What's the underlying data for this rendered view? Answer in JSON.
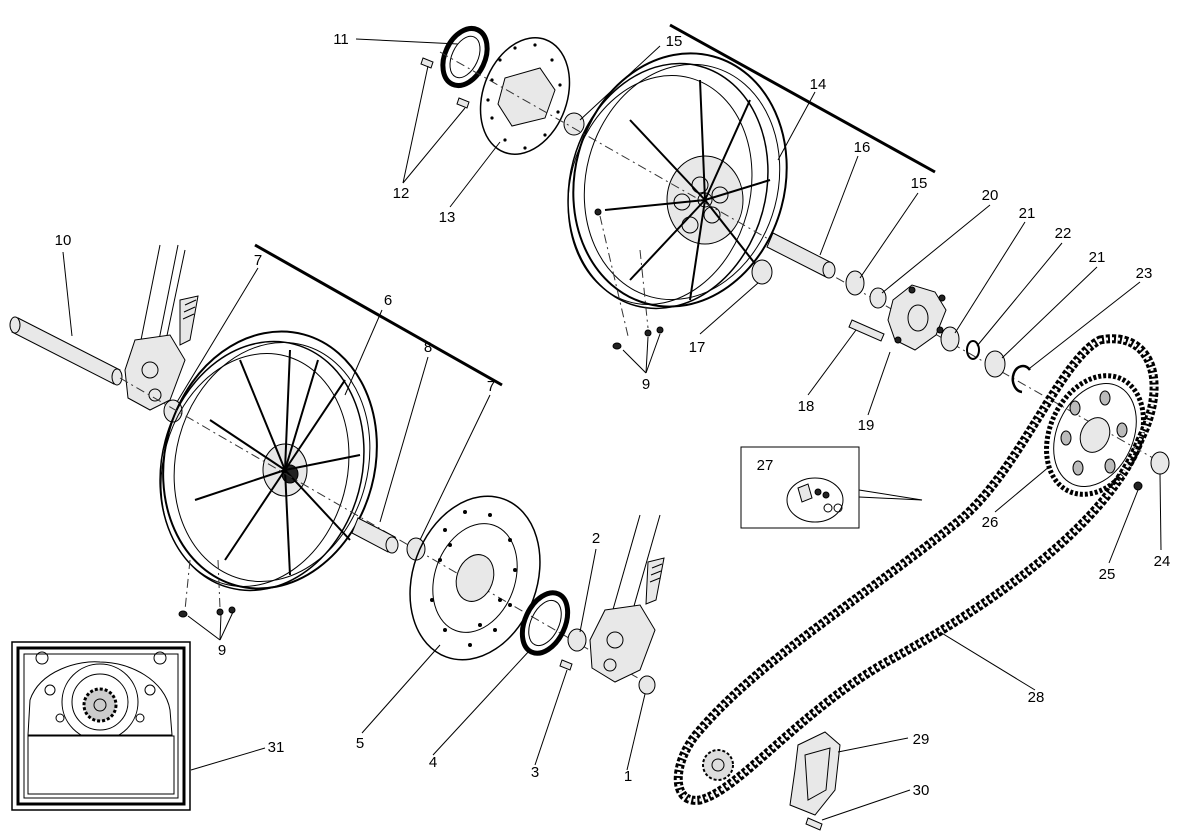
{
  "callouts": [
    {
      "id": "c1",
      "text": "1"
    },
    {
      "id": "c2",
      "text": "2"
    },
    {
      "id": "c3",
      "text": "3"
    },
    {
      "id": "c4",
      "text": "4"
    },
    {
      "id": "c5",
      "text": "5"
    },
    {
      "id": "c6",
      "text": "6"
    },
    {
      "id": "c7a",
      "text": "7"
    },
    {
      "id": "c7b",
      "text": "7"
    },
    {
      "id": "c8",
      "text": "8"
    },
    {
      "id": "c9a",
      "text": "9"
    },
    {
      "id": "c9b",
      "text": "9"
    },
    {
      "id": "c10",
      "text": "10"
    },
    {
      "id": "c11",
      "text": "11"
    },
    {
      "id": "c12",
      "text": "12"
    },
    {
      "id": "c13",
      "text": "13"
    },
    {
      "id": "c14",
      "text": "14"
    },
    {
      "id": "c15a",
      "text": "15"
    },
    {
      "id": "c15b",
      "text": "15"
    },
    {
      "id": "c16",
      "text": "16"
    },
    {
      "id": "c17",
      "text": "17"
    },
    {
      "id": "c18",
      "text": "18"
    },
    {
      "id": "c19",
      "text": "19"
    },
    {
      "id": "c20",
      "text": "20"
    },
    {
      "id": "c21a",
      "text": "21"
    },
    {
      "id": "c21b",
      "text": "21"
    },
    {
      "id": "c22",
      "text": "22"
    },
    {
      "id": "c23",
      "text": "23"
    },
    {
      "id": "c24",
      "text": "24"
    },
    {
      "id": "c25",
      "text": "25"
    },
    {
      "id": "c26",
      "text": "26"
    },
    {
      "id": "c27",
      "text": "27"
    },
    {
      "id": "c28",
      "text": "28"
    },
    {
      "id": "c29",
      "text": "29"
    },
    {
      "id": "c30",
      "text": "30"
    },
    {
      "id": "c31",
      "text": "31"
    }
  ]
}
